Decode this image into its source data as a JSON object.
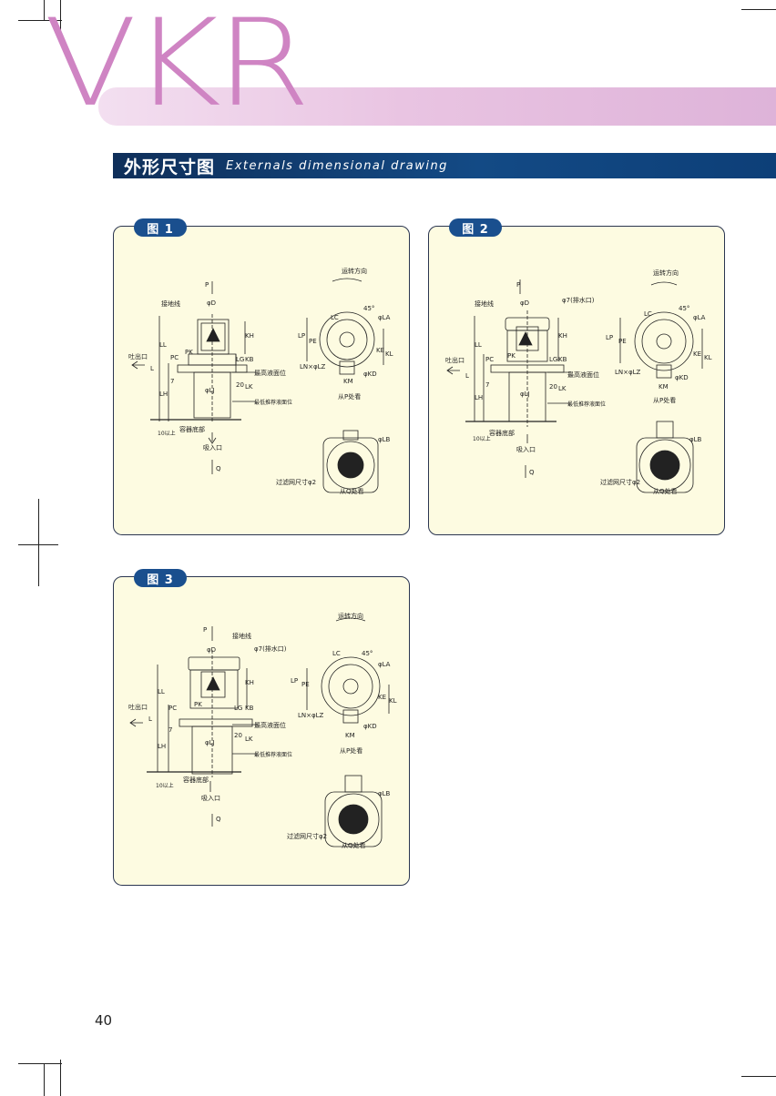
{
  "header": {
    "brand": "VKR",
    "section_title": "外形尺寸图",
    "section_subtitle": "Externals dimensional drawing"
  },
  "figures": [
    {
      "tab": "图 1",
      "labels": {
        "rotation": "运转方向",
        "p": "P",
        "q": "Q",
        "ground": "接地线",
        "d": "φD",
        "discharge": "吐出口",
        "l": "L",
        "ll": "LL",
        "pc": "PC",
        "pk": "PK",
        "lh": "LH",
        "seven": "7",
        "lg": "LG",
        "kb": "KB",
        "kh": "KH",
        "twenty": "20",
        "lk": "LK",
        "lj": "φLJ",
        "max_level": "最高液面位",
        "min_level": "最低推荐液面位",
        "tank_bottom": "容器底部",
        "ten_up": "10以上",
        "suction": "吸入口",
        "lc": "LC",
        "deg45": "45°",
        "la": "φLA",
        "lp": "LP",
        "pe": "PE",
        "ke": "KE",
        "kl": "KL",
        "lnlz": "LN×φLZ",
        "kd": "φKD",
        "km": "KM",
        "view_p": "从P处看",
        "lb": "φLB",
        "mesh": "过滤网尺寸φ2",
        "view_q": "从Q处看"
      }
    },
    {
      "tab": "图 2",
      "labels": {
        "rotation": "运转方向",
        "p": "P",
        "q": "Q",
        "ground": "接地线",
        "d": "φD",
        "drain": "φ7(排水口)",
        "discharge": "吐出口",
        "l": "L",
        "ll": "LL",
        "pc": "PC",
        "pk": "PK",
        "lh": "LH",
        "seven": "7",
        "lg": "LG",
        "kb": "KB",
        "kh": "KH",
        "twenty": "20",
        "lk": "LK",
        "lj": "φLJ",
        "max_level": "最高液面位",
        "min_level": "最低推荐液面位",
        "tank_bottom": "容器底部",
        "ten_up": "10以上",
        "suction": "吸入口",
        "lc": "LC",
        "deg45": "45°",
        "la": "φLA",
        "lp": "LP",
        "pe": "PE",
        "ke": "KE",
        "kl": "KL",
        "lnlz": "LN×φLZ",
        "kd": "φKD",
        "km": "KM",
        "view_p": "从P处看",
        "lb": "φLB",
        "mesh": "过滤网尺寸φ2",
        "view_q": "从Q处看"
      }
    },
    {
      "tab": "图 3",
      "labels": {
        "rotation": "运转方向",
        "p": "P",
        "q": "Q",
        "ground": "接地线",
        "d": "φD",
        "drain": "φ7(排水口)",
        "discharge": "吐出口",
        "l": "L",
        "ll": "LL",
        "pc": "PC",
        "pk": "PK",
        "lh": "LH",
        "seven": "7",
        "lg": "LG",
        "kb": "KB",
        "kh": "KH",
        "twenty": "20",
        "lk": "LK",
        "lj": "φLJ",
        "max_level": "最高液面位",
        "min_level": "最低推荐液面位",
        "tank_bottom": "容器底部",
        "ten_up": "10以上",
        "suction": "吸入口",
        "lc": "LC",
        "deg45": "45°",
        "la": "φLA",
        "lp": "LP",
        "pe": "PE",
        "ke": "KE",
        "kl": "KL",
        "lnlz": "LN×φLZ",
        "kd": "φKD",
        "km": "KM",
        "view_p": "从P处看",
        "lb": "φLB",
        "mesh": "过滤网尺寸φ2",
        "view_q": "从Q处看"
      }
    }
  ],
  "footer": {
    "page_number": "40"
  },
  "colors": {
    "brand_pink": "#cf84c3",
    "section_blue": "#134a85",
    "panel_bg": "#fdfbe1",
    "tab_blue": "#1a4f8e"
  }
}
